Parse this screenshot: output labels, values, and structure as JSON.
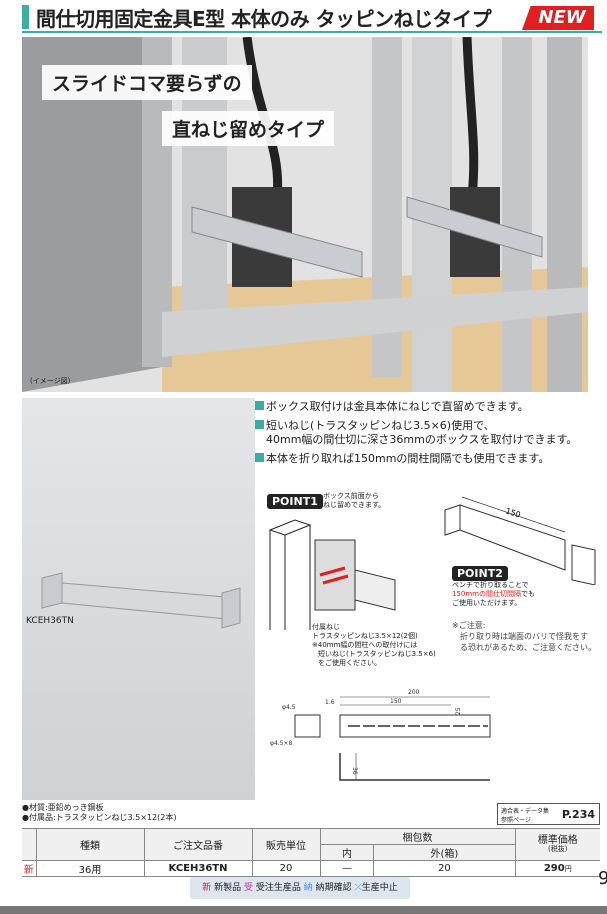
{
  "header": {
    "title": "間仕切用固定金具E型 本体のみ タッピンねじタイプ",
    "badge": "NEW"
  },
  "hero": {
    "caption1": "スライドコマ要らずの",
    "caption2": "直ねじ留めタイプ",
    "note": "(イメージ図)"
  },
  "product": {
    "model_label": "KCEH36TN"
  },
  "features": [
    "ボックス取付けは金具本体にねじで直留めできます。",
    "短いねじ(トラスタッピンねじ3.5×6)使用で、",
    "40mm幅の間仕切に深さ36mmのボックスを取付けできます。",
    "本体を折り取れば150mmの間柱間隔でも使用できます。"
  ],
  "point1": {
    "label": "POINT1",
    "text1": "ボックス前面から",
    "text2": "ねじ留めできます。",
    "note": [
      "付属ねじ",
      "トラスタッピンねじ3.5×12(2個)",
      "※40mm幅の間柱への取付けには",
      "短いねじ(トラスタッピンねじ3.5×6)",
      "をご使用ください。"
    ]
  },
  "point2": {
    "label": "POINT2",
    "dim": "150",
    "text1": "ペンチで折り取ることで",
    "text2_red": "150mmの間仕切間隔",
    "text2_rest": "でも",
    "text3": "ご使用いただけます。",
    "caution_title": "※ご注意:",
    "caution1": "折り取り時は端面のバリで怪我をす",
    "caution2": "る恐れがあるため、ご注意ください。"
  },
  "drawing": {
    "dim_200": "200",
    "dim_150": "150",
    "dim_16": "1.6",
    "dim_25": "25",
    "dim_45": "φ4.5",
    "dim_45x8": "φ4.5×8",
    "dim_36": "36"
  },
  "specs": {
    "material": "●材質:亜鉛めっき鋼板",
    "accessory": "●付属品:トラスタッピンねじ3.5×12(2本)"
  },
  "reference": {
    "label1": "適合表・データ集",
    "label2": "参照ページ",
    "page": "P.234"
  },
  "table": {
    "headers": {
      "type": "種類",
      "order_no": "ご注文品番",
      "unit": "販売単位",
      "pack": "梱包数",
      "inner": "内",
      "outer": "外(箱)",
      "price": "標準価格",
      "tax": "(税抜)"
    },
    "rows": [
      {
        "mark": "新",
        "type": "36用",
        "order_no": "KCEH36TN",
        "unit": "20",
        "inner": "—",
        "outer": "20",
        "price": "290",
        "yen": "円"
      }
    ]
  },
  "legend": {
    "new_mark": "新",
    "new": "新製品",
    "order_mark": "受",
    "order": "受注生産品",
    "delivery_mark": "納",
    "delivery": "納期確認",
    "discontinued_mark": "⤫",
    "discontinued": "生産中止"
  },
  "page_number": "9"
}
